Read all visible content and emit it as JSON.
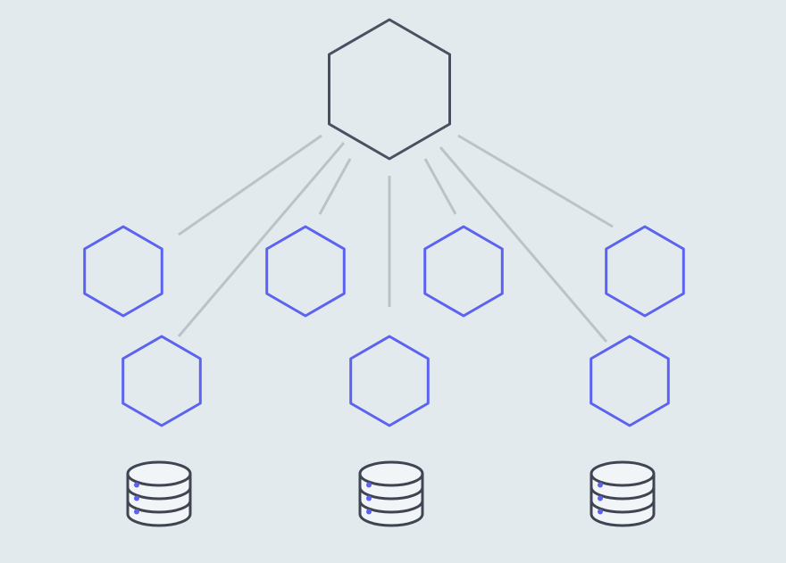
{
  "diagram": {
    "background": "#e3eaed",
    "colors": {
      "root_stroke": "#4a5060",
      "node_stroke": "#5b63f0",
      "connector": "#bcc3c7",
      "db_stroke": "#3f4552",
      "db_fill": "#f2f5f7",
      "db_dot": "#5b63f0"
    },
    "root": {
      "name": "root-hexagon",
      "icon": "hexagon-icon"
    },
    "nodes": [
      {
        "name": "service-hexagon-1",
        "icon": "hexagon-icon"
      },
      {
        "name": "service-hexagon-2",
        "icon": "hexagon-icon"
      },
      {
        "name": "service-hexagon-3",
        "icon": "hexagon-icon"
      },
      {
        "name": "service-hexagon-4",
        "icon": "hexagon-icon"
      },
      {
        "name": "service-hexagon-5",
        "icon": "hexagon-icon"
      },
      {
        "name": "service-hexagon-6",
        "icon": "hexagon-icon"
      },
      {
        "name": "service-hexagon-7",
        "icon": "hexagon-icon"
      }
    ],
    "databases": [
      {
        "name": "database-1",
        "icon": "database-icon"
      },
      {
        "name": "database-2",
        "icon": "database-icon"
      },
      {
        "name": "database-3",
        "icon": "database-icon"
      }
    ]
  }
}
